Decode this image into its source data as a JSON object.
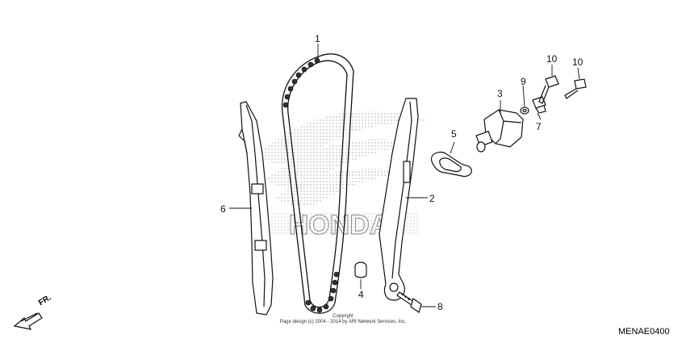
{
  "callouts": {
    "c1": "1",
    "c2": "2",
    "c3": "3",
    "c4": "4",
    "c5": "5",
    "c6": "6",
    "c7": "7",
    "c8": "8",
    "c9": "9",
    "c10a": "10",
    "c10b": "10"
  },
  "watermark_text": "HONDA",
  "front_label": "FR.",
  "copyright_line1": "Copyright",
  "copyright_line2": "Page design (c) 2004 - 2014 by ARI Network Services, Inc.",
  "diagram_code": "MENAE0400"
}
